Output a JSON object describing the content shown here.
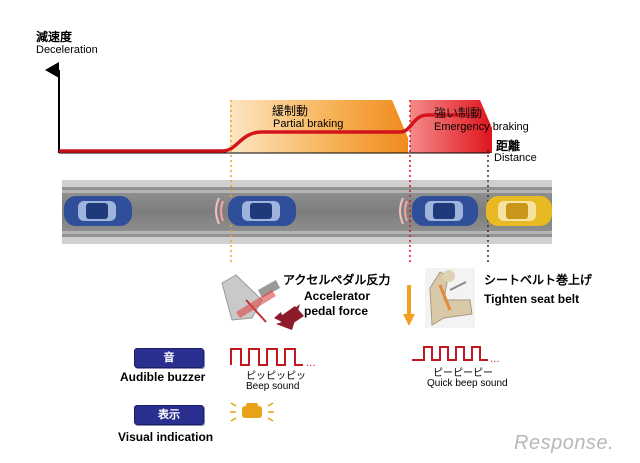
{
  "axis": {
    "y_label_jp": "減速度",
    "y_label_en": "Deceleration",
    "x_label_jp": "距離",
    "x_label_en": "Distance"
  },
  "phases": {
    "partial_jp": "緩制動",
    "partial_en": "Partial braking",
    "emergency_jp": "強い制動",
    "emergency_en": "Emergency braking"
  },
  "actions": {
    "pedal_jp": "アクセルペダル反力",
    "pedal_en_line1": "Accelerator",
    "pedal_en_line2": "pedal force",
    "belt_jp": "シートベルト巻上げ",
    "belt_en": "Tighten seat belt"
  },
  "alerts": {
    "sound_badge": "音",
    "sound_label": "Audible buzzer",
    "beep_jp": "ピッピッピッ",
    "beep_en": "Beep sound",
    "quick_beep_jp": "ピーピーピー",
    "quick_beep_en": "Quick beep sound",
    "display_badge": "表示",
    "display_label": "Visual indication"
  },
  "watermark": "Response.",
  "colors": {
    "curve": "#d4141c",
    "partial_fill": "#f39a2a",
    "emergency_fill": "#e0141c",
    "road": "#8a8a8a",
    "lead_car": "#e8b923",
    "own_car": "#2f4f9a",
    "badge": "#2a2f8f"
  }
}
